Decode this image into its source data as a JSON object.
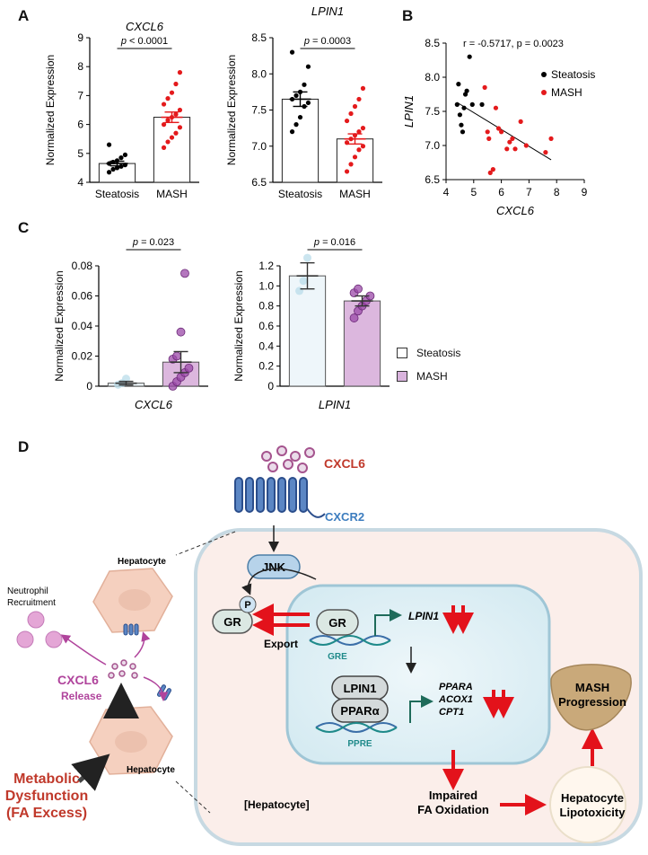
{
  "panel_labels": {
    "a": "A",
    "b": "B",
    "c": "C",
    "d": "D"
  },
  "chart_data": [
    {
      "id": "a_cxcl6",
      "type": "bar",
      "title": "CXCL6",
      "ylabel": "Normalized Expression",
      "ylim": [
        4,
        9
      ],
      "yticks": [
        "4",
        "5",
        "6",
        "7",
        "8",
        "9"
      ],
      "categories": [
        "Steatosis",
        "MASH"
      ],
      "values": [
        4.65,
        6.25
      ],
      "sem": [
        0.08,
        0.18
      ],
      "colors": [
        "#000000",
        "#e41a1c"
      ],
      "points": [
        [
          4.35,
          4.45,
          4.5,
          4.55,
          4.6,
          4.65,
          4.7,
          4.75,
          4.85,
          4.95,
          5.3
        ],
        [
          5.2,
          5.4,
          5.55,
          5.7,
          5.9,
          6.0,
          6.15,
          6.25,
          6.35,
          6.5,
          6.7,
          6.9,
          7.1,
          7.4,
          7.8
        ]
      ],
      "pvalue": "p < 0.0001"
    },
    {
      "id": "a_lpin1",
      "type": "bar",
      "title": "LPIN1",
      "ylabel": "Normalized Expression",
      "ylim": [
        6.5,
        8.5
      ],
      "yticks": [
        "6.5",
        "7.0",
        "7.5",
        "8.0",
        "8.5"
      ],
      "categories": [
        "Steatosis",
        "MASH"
      ],
      "values": [
        7.65,
        7.1
      ],
      "sem": [
        0.1,
        0.07
      ],
      "colors": [
        "#000000",
        "#e41a1c"
      ],
      "points": [
        [
          7.2,
          7.3,
          7.4,
          7.55,
          7.6,
          7.65,
          7.7,
          7.75,
          7.85,
          8.1,
          8.3
        ],
        [
          6.65,
          6.75,
          6.85,
          6.95,
          7.0,
          7.05,
          7.1,
          7.15,
          7.2,
          7.25,
          7.35,
          7.45,
          7.55,
          7.65,
          7.8
        ]
      ],
      "pvalue": "p = 0.0003"
    },
    {
      "id": "b_scatter",
      "type": "scatter",
      "xlabel": "CXCL6",
      "ylabel": "LPIN1",
      "xlim": [
        4,
        9
      ],
      "ylim": [
        6.5,
        8.5
      ],
      "xticks": [
        "4",
        "5",
        "6",
        "7",
        "8",
        "9"
      ],
      "yticks": [
        "6.5",
        "7.0",
        "7.5",
        "8.0",
        "8.5"
      ],
      "annotation": "r = -0.5717, p = 0.0023",
      "series": [
        {
          "name": "Steatosis",
          "color": "#000000",
          "x": [
            4.4,
            4.45,
            4.5,
            4.55,
            4.6,
            4.65,
            4.7,
            4.75,
            4.85,
            4.95,
            5.3
          ],
          "y": [
            7.6,
            7.9,
            7.45,
            7.3,
            7.2,
            7.55,
            7.75,
            7.8,
            8.3,
            7.6,
            7.6
          ]
        },
        {
          "name": "MASH",
          "color": "#e41a1c",
          "x": [
            5.4,
            5.5,
            5.55,
            5.6,
            5.7,
            5.8,
            5.9,
            6.0,
            6.2,
            6.3,
            6.4,
            6.5,
            6.7,
            6.9,
            7.6,
            7.8
          ],
          "y": [
            7.85,
            7.2,
            7.1,
            6.6,
            6.65,
            7.55,
            7.25,
            7.2,
            6.95,
            7.05,
            7.1,
            6.95,
            7.35,
            7.0,
            6.9,
            7.1
          ]
        }
      ],
      "fit": {
        "x": [
          4.4,
          7.8
        ],
        "y": [
          7.63,
          6.79
        ]
      }
    },
    {
      "id": "c_cxcl6",
      "type": "bar",
      "ylabel": "Normalized Expression",
      "xlabel": "CXCL6",
      "ylim": [
        0,
        0.08
      ],
      "yticks": [
        "0",
        "0.02",
        "0.04",
        "0.06",
        "0.08"
      ],
      "categories": [
        "Steatosis",
        "MASH"
      ],
      "values": [
        0.002,
        0.016
      ],
      "sem": [
        0.0012,
        0.007
      ],
      "colors": [
        "#9ac4d8",
        "#9b4aa8"
      ],
      "points": [
        [
          0.001,
          0.002,
          0.005
        ],
        [
          0.0,
          0.003,
          0.006,
          0.009,
          0.012,
          0.018,
          0.02,
          0.036,
          0.075
        ]
      ],
      "pvalue": "p = 0.023"
    },
    {
      "id": "c_lpin1",
      "type": "bar",
      "ylabel": "Normalized Expression",
      "xlabel": "LPIN1",
      "ylim": [
        0,
        1.2
      ],
      "yticks": [
        "0",
        "0.2",
        "0.4",
        "0.6",
        "0.8",
        "1.0",
        "1.2"
      ],
      "categories": [
        "Steatosis",
        "MASH"
      ],
      "values": [
        1.1,
        0.85
      ],
      "sem": [
        0.13,
        0.05
      ],
      "colors": [
        "#9ac4d8",
        "#9b4aa8"
      ],
      "points": [
        [
          0.95,
          1.05,
          1.28
        ],
        [
          0.68,
          0.75,
          0.8,
          0.85,
          0.9,
          0.93,
          0.97
        ]
      ],
      "pvalue": "p = 0.016"
    }
  ],
  "legend_c": {
    "steatosis": "Steatosis",
    "mash": "MASH"
  },
  "diagram": {
    "cxcl6": "CXCL6",
    "cxcr2": "CXCR2",
    "jnk": "JNK",
    "p": "P",
    "gr_left": "GR",
    "gr_right": "GR",
    "export": "Export",
    "gre": "GRE",
    "lpin1_gene": "LPIN1",
    "lpin1_protein": "LPIN1",
    "ppara_protein": "PPARα",
    "ppre": "PPRE",
    "target_genes": [
      "PPARA",
      "ACOX1",
      "CPT1"
    ],
    "hepatocyte_top": "Hepatocyte",
    "hepatocyte_bottom": "Hepatocyte",
    "neutrophil": [
      "Neutrophil",
      "Recruitment"
    ],
    "cxcl6_release": [
      "CXCL6",
      "Release"
    ],
    "metabolic": [
      "Metabolic",
      "Dysfunction",
      "(FA Excess)"
    ],
    "hepatocyte_bracket": "[Hepatocyte]",
    "impaired": [
      "Impaired",
      "FA Oxidation"
    ],
    "lipotox": [
      "Hepatocyte",
      "Lipotoxicity"
    ],
    "mash_progression": [
      "MASH",
      "Progression"
    ]
  }
}
